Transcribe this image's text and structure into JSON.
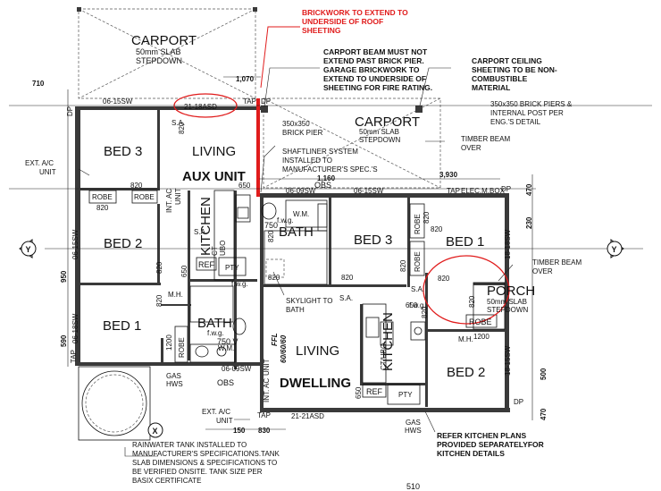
{
  "labels": {
    "carport_top": "CARPORT",
    "slab_top": "50mm SLAB",
    "stepdown_top": "STEPDOWN",
    "carport_right": "CARPORT",
    "slab_right": "50mm SLAB",
    "stepdown_right": "STEPDOWN",
    "bed3_aux": "BED 3",
    "living_aux": "LIVING",
    "aux_unit": "AUX UNIT",
    "bed2_aux": "BED 2",
    "bed1_aux": "BED 1",
    "bath_aux": "BATH",
    "kitchen_aux": "KITCHEN",
    "bath_dw": "BATH",
    "bed3_dw": "BED 3",
    "bed1_dw": "BED 1",
    "porch": "PORCH",
    "porch_slab": "50mm SLAB",
    "porch_stepdown": "STEPDOWN",
    "living_dw": "LIVING",
    "dwelling": "DWELLING",
    "kitchen_dw": "KITCHEN",
    "bed2_dw": "BED 2",
    "robe": "ROBE",
    "ref": "REF",
    "pty": "PTY",
    "mh": "M.H.",
    "fwg": "f.w.g.",
    "wm": "W.M.",
    "sa": "S.A.",
    "int_ac": "INT. AC",
    "unit": "UNIT",
    "ct_ubo": "CT/UBO",
    "ubo": "UBO",
    "ct": "CT",
    "obs": "OBS",
    "tap": "TAP",
    "dp": "DP",
    "elec_mbox": "ELEC.M.BOX",
    "gas": "GAS",
    "hws": "HWS",
    "ffl": "FFL",
    "ffl_val": "60/60/60",
    "v750": "750 V",
    "v750b": "750"
  },
  "notes": {
    "brick1": "BRICKWORK TO EXTEND TO",
    "brick2": "UNDERSIDE OF ROOF",
    "brick3": "SHEETING",
    "beam1": "CARPORT BEAM MUST NOT",
    "beam2": "EXTEND PAST BRICK PIER.",
    "beam3": "GARAGE BRICKWORK TO",
    "beam4": "EXTEND TO UNDERSIDE OF",
    "beam5": "SHEETING FOR FIRE RATING.",
    "ceil1": "CARPORT CEILING",
    "ceil2": "SHEETING TO BE NON-",
    "ceil3": "COMBUSTIBLE",
    "ceil4": "MATERIAL",
    "piers1": "350x350 BRICK PIERS &",
    "piers2": "INTERNAL POST PER",
    "piers3": "ENG.'S DETAIL",
    "pier_a": "350x350",
    "pier_b": "BRICK PIER",
    "shaft1": "SHAFTLINER SYSTEM",
    "shaft2": "INSTALLED TO",
    "shaft3": "MANUFACTURER'S SPEC.'S",
    "timber1": "TIMBER BEAM",
    "timber2": "OVER",
    "timber3": "TIMBER BEAM",
    "timber4": "OVER",
    "ext_ac1": "EXT. A/C",
    "ext_ac2": "UNIT",
    "ext_ac3": "EXT. A/C",
    "ext_ac4": "UNIT",
    "sky1": "SKYLIGHT TO",
    "sky2": "BATH",
    "kit1": "REFER KITCHEN PLANS",
    "kit2": "PROVIDED SEPARATELYFOR",
    "kit3": "KITCHEN DETAILS",
    "tank1": "RAINWATER TANK INSTALLED TO",
    "tank2": "MANUFACTURER'S SPECIFICATIONS.TANK",
    "tank3": "SLAB DIMENSIONS & SPECIFICATIONS TO",
    "tank4": "BE VERIFIED ONSITE. TANK SIZE PER",
    "tank5": "BASIX CERTIFICATE"
  },
  "dims": {
    "d710": "710",
    "d1070": "1,070",
    "d0615sw_a": "06-15SW",
    "d2118asd": "21-18ASD",
    "d1160": "1,160",
    "d3930": "3,930",
    "d0609sw": "06-09SW",
    "d0615sw_b": "06-15SW",
    "d470a": "470",
    "d230": "230",
    "d1818sw": "18-18SW",
    "d650a": "650",
    "d650b": "650",
    "d650c": "650",
    "d650d": "650",
    "d820": "820",
    "d950": "950",
    "d590": "590",
    "d0615sw_l": "06-15SW",
    "d0618sw_l": "06-18SW",
    "d1200a": "1200",
    "d1200b": "1200",
    "d0609sw_b": "06-09SW",
    "d2121asd": "21-21ASD",
    "d150": "150",
    "d830": "830",
    "d1815sw": "18-15SW",
    "d500": "500",
    "d470b": "470",
    "d510": "510"
  },
  "grid": {
    "y_left": "Y",
    "y_right": "Y",
    "x_bottom": "X"
  },
  "colors": {
    "annotation_red": "#e01b1b",
    "wall": "#3a3a3a",
    "line": "#111111"
  }
}
